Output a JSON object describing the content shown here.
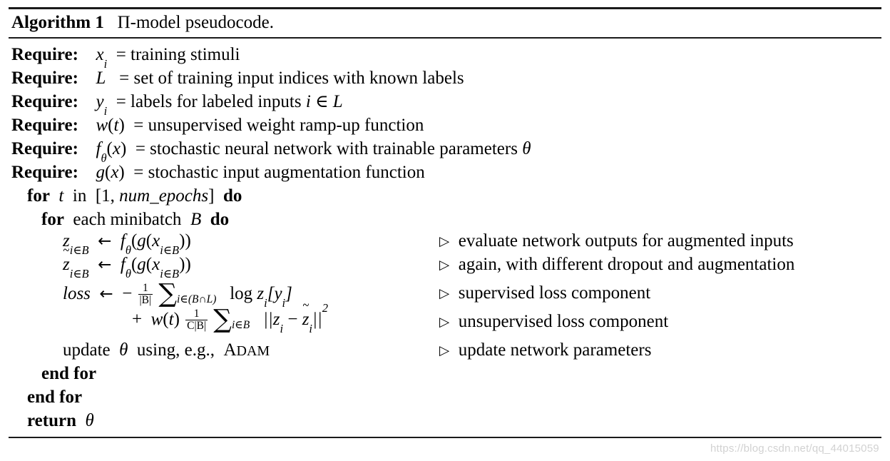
{
  "document": {
    "type": "algorithm-float",
    "title_label": "Algorithm 1",
    "title_text": "Π-model pseudocode."
  },
  "requires": [
    {
      "label": "Require:",
      "symbol": "x_i",
      "description": "= training stimuli"
    },
    {
      "label": "Require:",
      "symbol": "L",
      "description": "= set of training input indices with known labels"
    },
    {
      "label": "Require:",
      "symbol": "y_i",
      "description": "= labels for labeled inputs i ∈ L"
    },
    {
      "label": "Require:",
      "symbol": "w(t)",
      "description": "= unsupervised weight ramp-up function"
    },
    {
      "label": "Require:",
      "symbol": "f_θ(x)",
      "description": "= stochastic neural network with trainable parameters θ"
    },
    {
      "label": "Require:",
      "symbol": "g(x)",
      "description": "= stochastic input augmentation function"
    }
  ],
  "body": {
    "for_outer": {
      "kw_for": "for",
      "var": "t",
      "in": "in",
      "range": "[1, num_epochs]",
      "kw_do": "do"
    },
    "for_inner": {
      "kw_for": "for",
      "text": "each minibatch",
      "var": "B",
      "kw_do": "do"
    },
    "assign_z": {
      "lhs": "z_{i∈B}",
      "arrow": "←",
      "rhs": "f_θ(g(x_{i∈B}))"
    },
    "assign_ztilde": {
      "lhs": "z̃_{i∈B}",
      "arrow": "←",
      "rhs": "f_θ(g(x_{i∈B}))"
    },
    "loss_line1": {
      "lhs": "loss",
      "arrow": "←",
      "minus": "−",
      "frac_num": "1",
      "frac_den": "|B|",
      "sum": "∑",
      "sum_sub": "i∈(B∩L)",
      "term": "log z_i[y_i]"
    },
    "loss_line2": {
      "plus": "+",
      "weight": "w(t)",
      "frac_num": "1",
      "frac_den": "C|B|",
      "sum": "∑",
      "sum_sub": "i∈B",
      "term": "||z_i − z̃_i||²"
    },
    "update_line": {
      "text_before": "update",
      "var": "θ",
      "text_after": "using, e.g.,",
      "optimizer": "ADAM"
    },
    "end_for_inner": "end for",
    "end_for_outer": "end for",
    "return_line": {
      "kw": "return",
      "var": "θ"
    }
  },
  "comments": [
    {
      "marker": "▷",
      "text": "evaluate network outputs for augmented inputs"
    },
    {
      "marker": "▷",
      "text": "again, with different dropout and augmentation"
    },
    {
      "marker": "▷",
      "text": "supervised loss component"
    },
    {
      "marker": "▷",
      "text": "unsupervised loss component"
    },
    {
      "marker": "▷",
      "text": "update network parameters"
    }
  ],
  "watermark": {
    "text": "https://blog.csdn.net/qq_44015059"
  },
  "colors": {
    "text": "#000000",
    "rule": "#1a1a1a",
    "background": "#ffffff",
    "watermark": "#d2d2d2"
  }
}
